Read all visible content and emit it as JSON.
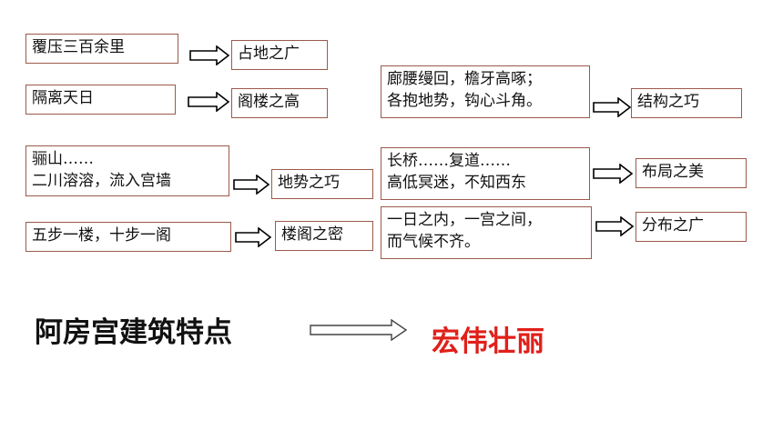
{
  "rows": [
    {
      "source": [
        "覆压三百余里"
      ],
      "target": "占地之广"
    },
    {
      "source": [
        "隔离天日"
      ],
      "target": "阁楼之高"
    },
    {
      "source": [
        "骊山……",
        "二川溶溶，流入宫墙"
      ],
      "target": "地势之巧"
    },
    {
      "source": [
        "五步一楼，十步一阁"
      ],
      "target": "楼阁之密"
    },
    {
      "source": [
        "廊腰缦回，檐牙高啄；",
        "各抱地势，钩心斗角。"
      ],
      "target": "结构之巧"
    },
    {
      "source": [
        "长桥……复道……",
        "高低冥迷，不知西东"
      ],
      "target": "布局之美"
    },
    {
      "source": [
        "一日之内，一宫之间，",
        "而气候不齐。"
      ],
      "target": "分布之广"
    }
  ],
  "summary": {
    "title": "阿房宫建筑特点",
    "result": "宏伟壮丽"
  },
  "colors": {
    "box_border": "#9b5a4a",
    "result_text": "#e0201a"
  },
  "icons": {
    "arrow": "hollow-right-arrow-icon"
  }
}
